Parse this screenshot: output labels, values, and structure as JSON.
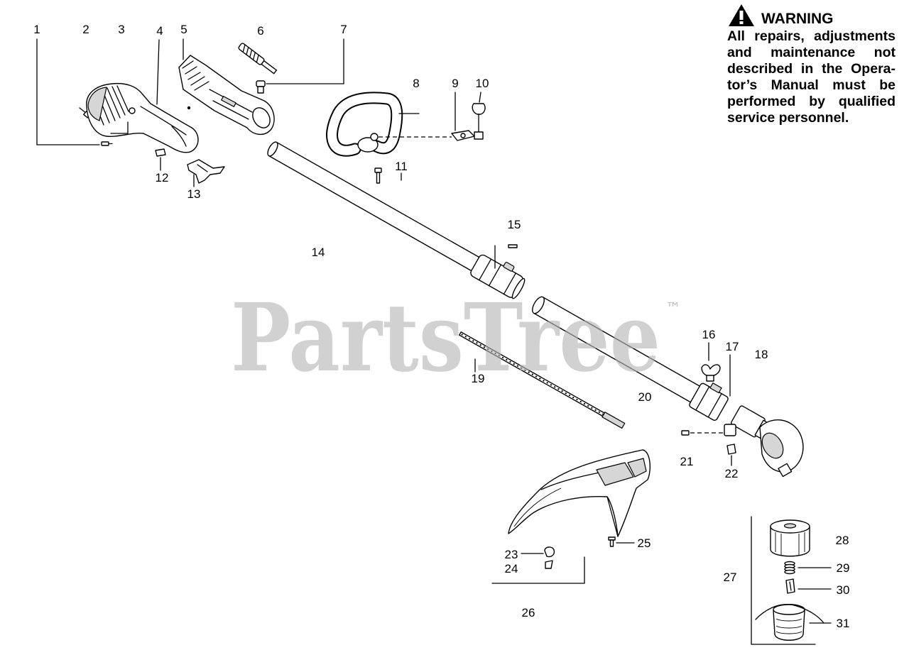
{
  "warning": {
    "title": "WARNING",
    "lines": [
      "All repairs, adjustments",
      "and maintenance not",
      "described in the Opera-",
      "tor’s Manual must be",
      "performed by qualified",
      "service personnel."
    ]
  },
  "watermark": {
    "brand": "PartsTree",
    "trademark": "™"
  },
  "callouts": [
    "1",
    "2",
    "3",
    "4",
    "5",
    "6",
    "7",
    "8",
    "9",
    "10",
    "11",
    "12",
    "13",
    "14",
    "15",
    "16",
    "17",
    "18",
    "19",
    "20",
    "21",
    "22",
    "23",
    "24",
    "25",
    "26",
    "27",
    "28",
    "29",
    "30",
    "31"
  ],
  "icons": {
    "warning": "warning-triangle-icon"
  },
  "colors": {
    "line_art": "#000000",
    "background": "#ffffff",
    "watermark": "#b4b4b4"
  }
}
